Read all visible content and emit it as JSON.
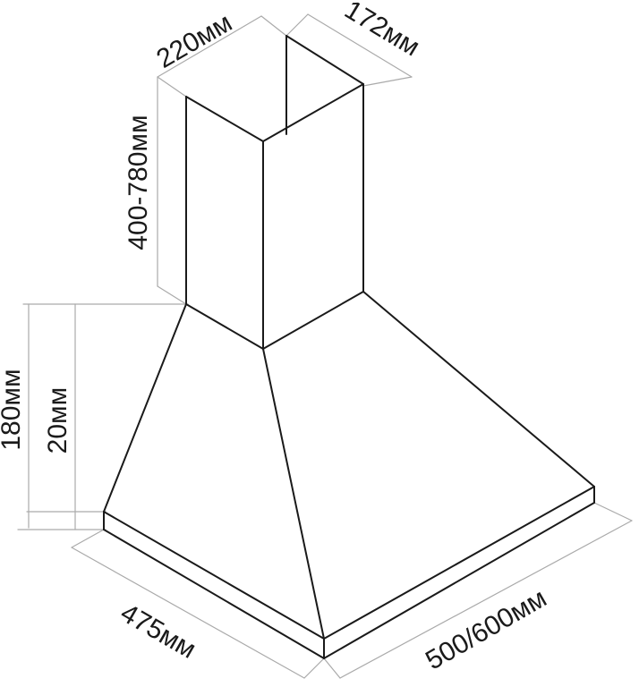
{
  "figure": {
    "dimensions": {
      "duct_width": "220мм",
      "duct_depth": "172мм",
      "duct_height": "400-780мм",
      "hood_height": "180мм",
      "rim_height": "20мм",
      "hood_depth": "475мм",
      "hood_width": "500/600мм"
    },
    "colors": {
      "outline": "#1a1a1a",
      "dimension_lines": "#aaaaaa",
      "background": "#ffffff"
    }
  }
}
